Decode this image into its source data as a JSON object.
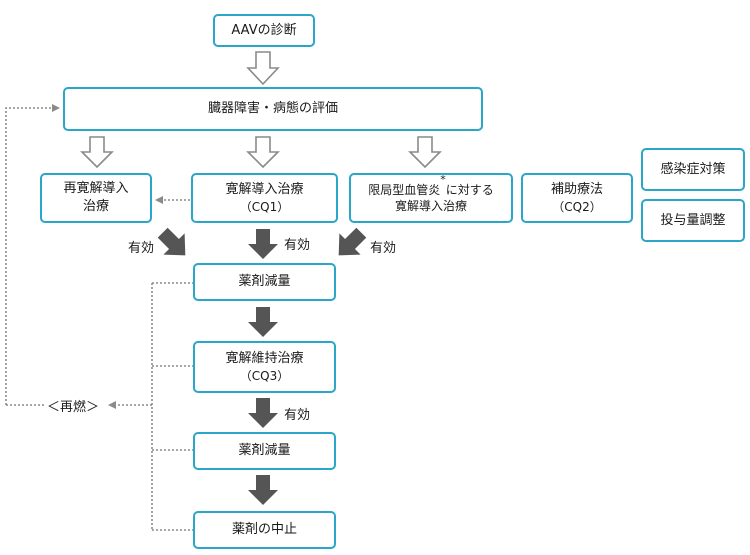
{
  "nodes": {
    "diagnosis": {
      "text": "AAVの診断"
    },
    "evaluation": {
      "text": "臓器障害・病態の評価"
    },
    "reinduction": {
      "line1": "再寛解導入",
      "line2": "治療"
    },
    "induction": {
      "line1": "寛解導入治療",
      "line2": "（CQ1）"
    },
    "limited": {
      "line1": "限局型血管炎",
      "mark": "*",
      "line1b": "に対する",
      "line2": "寛解導入治療"
    },
    "supportive": {
      "line1": "補助療法",
      "line2": "（CQ2）"
    },
    "infection": {
      "text": "感染症対策"
    },
    "dose_adjust": {
      "text": "投与量調整"
    },
    "taper1": {
      "text": "薬剤減量"
    },
    "maintenance": {
      "line1": "寛解維持治療",
      "line2": "（CQ3）"
    },
    "taper2": {
      "text": "薬剤減量"
    },
    "discontinue": {
      "text": "薬剤の中止"
    }
  },
  "labels": {
    "effective_left": "有効",
    "effective_center": "有効",
    "effective_right": "有効",
    "effective_maint": "有効",
    "relapse": "＜再燃＞"
  },
  "colors": {
    "box_border": "#2aa6c9",
    "arrow_fill": "#555555",
    "hollow_arrow_stroke": "#8a8a8a",
    "dotted_line": "#8a8a8a"
  }
}
